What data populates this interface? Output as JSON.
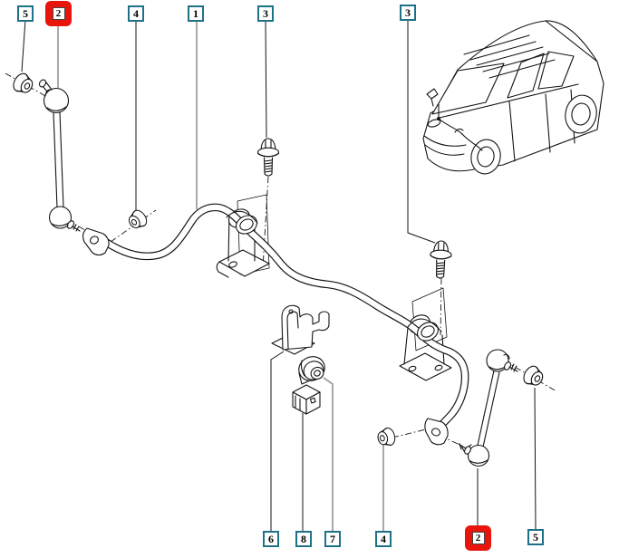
{
  "page": {
    "background": "#ffffff"
  },
  "style": {
    "page_bg": "#ffffff",
    "callout_border": "#1f7188",
    "callout_highlight_bg": "#e8150d",
    "line_black": "#141414",
    "line_gray": "#9a9a9a"
  },
  "callouts": {
    "top": [
      {
        "n": "5",
        "highlight": false
      },
      {
        "n": "2",
        "highlight": true
      },
      {
        "n": "4",
        "highlight": false
      },
      {
        "n": "1",
        "highlight": false
      },
      {
        "n": "3",
        "highlight": false
      },
      {
        "n": "3",
        "highlight": false
      }
    ],
    "bottom": [
      {
        "n": "6",
        "highlight": false
      },
      {
        "n": "8",
        "highlight": false
      },
      {
        "n": "7",
        "highlight": false
      },
      {
        "n": "4",
        "highlight": false
      },
      {
        "n": "2",
        "highlight": true
      },
      {
        "n": "5",
        "highlight": false
      }
    ]
  },
  "diagram": {
    "icons": [
      "stabilizer-bar-icon",
      "stabilizer-link-icon",
      "flanged-bolt-icon",
      "flanged-nut-icon",
      "clamp-bracket-icon",
      "ribbed-bushing-icon",
      "rubber-block-icon",
      "van-illustration-icon"
    ]
  }
}
